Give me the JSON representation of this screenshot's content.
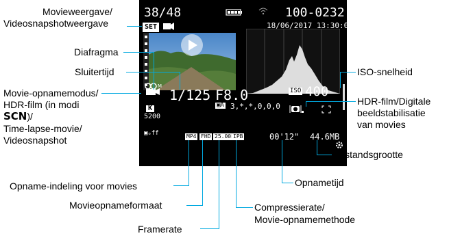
{
  "screen": {
    "shot_counter": "38/48",
    "folder_file": "100-0232",
    "datetime": "18/06/2017 13:30:00",
    "set_badge": "SET",
    "shutter_speed": "1/125",
    "aperture": "F8.0",
    "iso_badge": "ISO",
    "iso_value": "400",
    "white_balance_k": "K",
    "color_temp": "5200",
    "picture_style_values": "3,*,*,0,0,0",
    "rec_time": "00'12\"",
    "file_size": "44.6MB",
    "format_badge": "MP4",
    "size_badge": "FHD",
    "framerate_badge": "25.00P",
    "compression_badge": "IPB",
    "wifi_icon": "wifi-icon",
    "battery_icon": "battery-icon",
    "play_icon": "play-icon",
    "histogram_icon": "histogram-icon"
  },
  "labels": {
    "movie_display": [
      "Movieweergave/",
      "Videosnapshotweergave"
    ],
    "aperture": "Diafragma",
    "shutter": "Sluitertijd",
    "movie_mode": [
      "Movie-opnamemodus/",
      "HDR-film (in modi",
      "SCN",
      ")/",
      "Time-lapse-movie/",
      "Videosnapshot"
    ],
    "iso": "ISO-snelheid",
    "hdr_stab": [
      "HDR-film/Digitale",
      "beeldstabilisatie",
      "van movies"
    ],
    "file_size": "Bestandsgrootte",
    "rec_time": "Opnametijd",
    "rec_format": "Opname-indeling voor movies",
    "rec_size": "Movieopnameformaat",
    "compression": [
      "Compressierate/",
      "Movie-opnamemethode"
    ],
    "framerate": "Framerate"
  },
  "colors": {
    "leader_line": "#00a9e0",
    "screen_bg": "#000000",
    "screen_text": "#ffffff"
  }
}
